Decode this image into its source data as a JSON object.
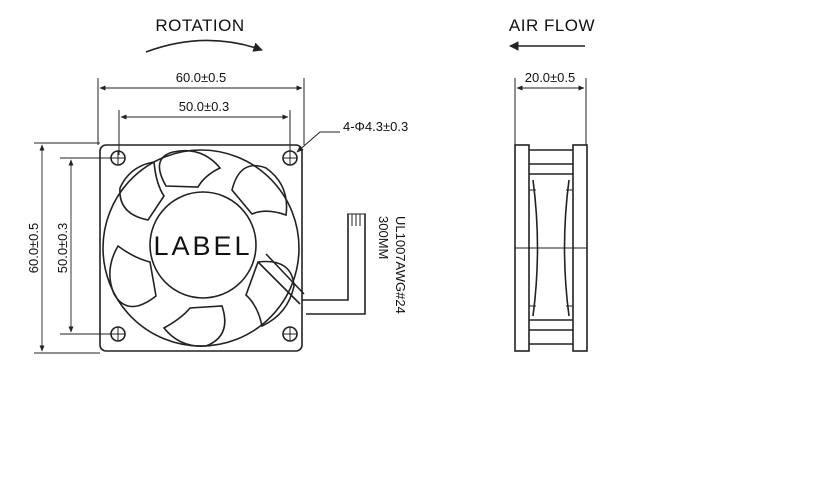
{
  "front_view": {
    "rotation_label": "ROTATION",
    "overall_width": "60.0±0.5",
    "hole_spacing_width": "50.0±0.3",
    "overall_height": "60.0±0.5",
    "hole_spacing_height": "50.0±0.3",
    "mount_holes": "4-Φ4.3±0.3",
    "hub_label": "LABEL",
    "wire_spec": "UL1007AWG#24",
    "wire_length": "300MM"
  },
  "side_view": {
    "airflow_label": "AIR FLOW",
    "depth": "20.0±0.5"
  }
}
